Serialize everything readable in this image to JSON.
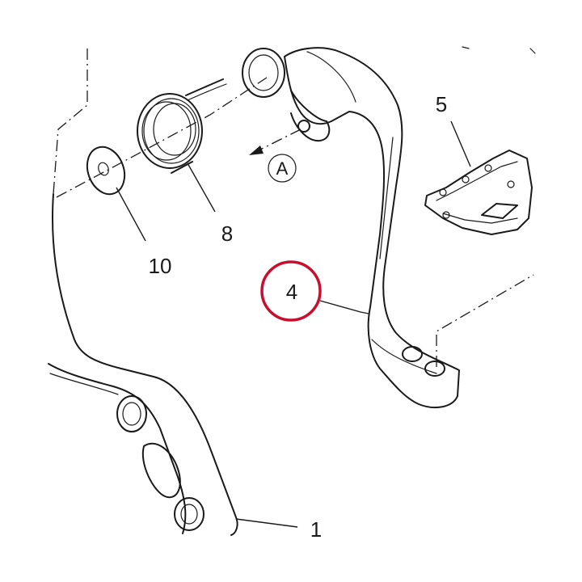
{
  "diagram": {
    "callouts": [
      {
        "id": "part-5",
        "label": "5"
      },
      {
        "id": "part-8",
        "label": "8"
      },
      {
        "id": "part-10",
        "label": "10"
      },
      {
        "id": "part-4",
        "label": "4"
      },
      {
        "id": "part-1",
        "label": "1"
      }
    ],
    "view_reference": "A",
    "highlight_color": "#c8102e",
    "line_color": "#1a1a1a",
    "background_color": "#ffffff"
  }
}
